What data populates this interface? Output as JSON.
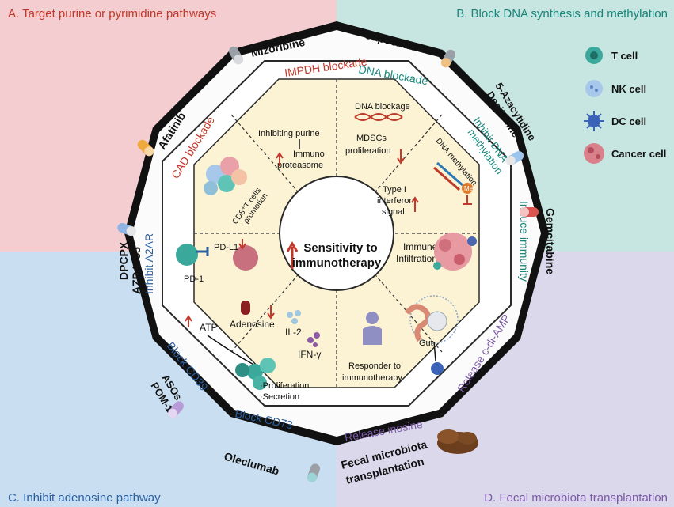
{
  "quadrants": {
    "a": {
      "title": "A. Target purine or pyrimidine pathways",
      "color": "#c0392b"
    },
    "b": {
      "title": "B. Block DNA synthesis and methylation",
      "color": "#16857a"
    },
    "c": {
      "title": "C. Inhibit adenosine pathway",
      "color": "#2c5f9e"
    },
    "d": {
      "title": "D. Fecal microbiota transplantation",
      "color": "#7b5aa6"
    }
  },
  "drugs": {
    "mizoribine": "Mizoribine",
    "capecitabine": "Capecitabine",
    "azacytidine": "5-Azacytidine",
    "decitabine": "Decitabine",
    "gemcitabine": "Gemcitabine",
    "fecal1": "Fecal microbiota",
    "fecal2": "transplantation",
    "oleclumab": "Oleclumab",
    "asos": "ASOs",
    "pom1": "POM-1",
    "dpcpx": "DPCPX",
    "azd4635": "AZD4635",
    "afatinib": "Afatinib"
  },
  "ring": {
    "impdh": "IMPDH blockade",
    "dna_blockade": "DNA blockade",
    "inhibit_dna_1": "Inhibit DNA",
    "inhibit_dna_2": "methylation",
    "induce_immunity": "Induce immunity",
    "release_cdi": "Release c-di-AMP",
    "release_inosine": "Release inosine",
    "block_cd73": "Block CD73",
    "block_cd39": "Block CD39",
    "inhibit_a2ar": "Inhibit A2AR",
    "cad_blockade": "CAD blockade"
  },
  "inner": {
    "inhibiting_purine": "Inhibiting purine",
    "immuno": "Immuno",
    "proteasome": "proteasome",
    "dna_blockage": "DNA blockage",
    "mdscs": "MDSCs",
    "proliferation_mdsc": "proliferation",
    "dna_methylation": "DNA methylation",
    "me": "Me",
    "type1_a": "Type I",
    "type1_b": "interferon",
    "type1_c": "signal",
    "immune": "Immune",
    "infiltration": "Infiltration",
    "gut": "Gut",
    "responder_a": "Responder to",
    "responder_b": "immunotherapy",
    "atp": "ATP",
    "adenosine": "Adenosine",
    "il2": "IL-2",
    "ifn": "IFN-γ",
    "prolif_dot": "·Proliferation",
    "secretion_dot": "·Secretion",
    "pdl1": "PD-L1",
    "pd1": "PD-1",
    "cd8_a": "CD8⁺T cells",
    "cd8_b": "promotion"
  },
  "center": {
    "line1": "Sensitivity to",
    "line2": "immunotherapy"
  },
  "legend": [
    {
      "label": "T cell",
      "icon": "t-cell"
    },
    {
      "label": "NK cell",
      "icon": "nk-cell"
    },
    {
      "label": "DC cell",
      "icon": "dc-cell"
    },
    {
      "label": "Cancer cell",
      "icon": "cancer-cell"
    }
  ],
  "colors": {
    "q_a": "#f3cdd0",
    "q_b": "#c8e6e1",
    "q_c": "#c9dff1",
    "q_d": "#dcd8ec",
    "inner_fill": "#fbf3d4",
    "arrow_red": "#c0392b"
  }
}
